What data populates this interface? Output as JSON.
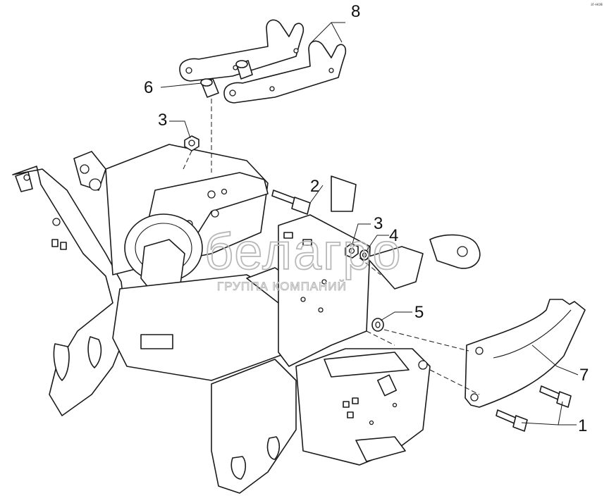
{
  "diagram": {
    "callouts": [
      {
        "id": "1",
        "label": "1"
      },
      {
        "id": "2",
        "label": "2"
      },
      {
        "id": "3a",
        "label": "3"
      },
      {
        "id": "3b",
        "label": "3"
      },
      {
        "id": "4",
        "label": "4"
      },
      {
        "id": "5",
        "label": "5"
      },
      {
        "id": "6",
        "label": "6"
      },
      {
        "id": "7",
        "label": "7"
      },
      {
        "id": "8",
        "label": "8"
      }
    ],
    "watermark": {
      "logo_text": "белагро",
      "subtitle": "ГРУППА КОМПАНИЙ"
    },
    "corner_mark": "зг-нов",
    "colors": {
      "line": "#1a1a1a",
      "background": "#ffffff",
      "watermark": "#b8b8b8"
    }
  }
}
